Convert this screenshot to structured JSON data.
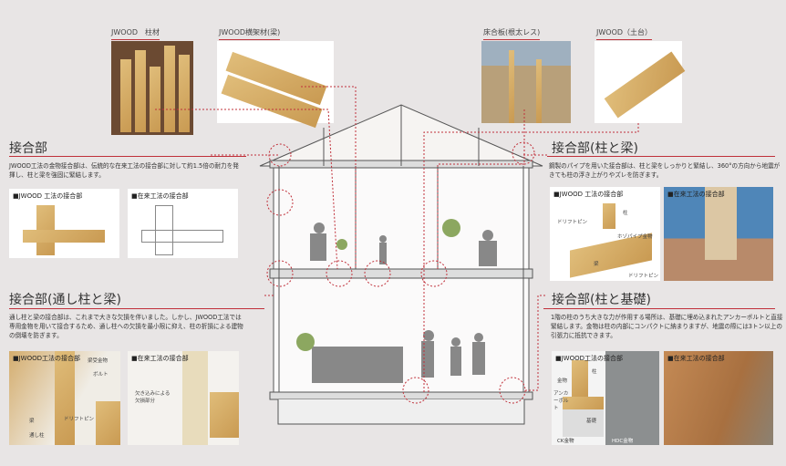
{
  "materials": [
    {
      "label": "JWOOD　柱材"
    },
    {
      "label": "JWOOD横架材(梁)"
    },
    {
      "label": "床合板(根太レス)"
    },
    {
      "label": "JWOOD（土台）"
    }
  ],
  "sections": {
    "joint": {
      "title": "接合部",
      "text": "JWOOD工法の金物接合部は、伝統的な在来工法の接合部に対して約1.5倍の耐力を発揮し、柱と梁を強固に緊結します。",
      "panel_jwood": "■JWOOD 工法の接合部",
      "panel_conv": "■在来工法の接合部"
    },
    "column_beam": {
      "title": "接合部(柱と梁)",
      "text": "鋼製のパイプを用いた接合部は、柱と梁をしっかりと緊結し、360°の方向から地震がきても柱の浮き上がりやズレを防ぎます。",
      "panel_jwood": "■JWOOD 工法の接合部",
      "panel_conv": "■在来工法の接合部",
      "labels": {
        "column": "柱",
        "drift_pin": "ドリフトピン",
        "pipe": "ホゾパイプ金物",
        "beam": "梁",
        "drift_pin2": "ドリフトピン"
      }
    },
    "through_column": {
      "title": "接合部(通し柱と梁)",
      "text": "通し柱と梁の接合部は、これまで大きな欠損を伴いました。しかし、JWOOD工法では専用金物を用いて接合するため、通し柱への欠損を最小限に抑え、柱の折損による建物の倒壊を防ぎます。",
      "panel_jwood": "■JWOOD工法の接合部",
      "panel_conv": "■在来工法の接合部",
      "labels": {
        "hardware": "梁受金物",
        "bolt": "ボルト",
        "beam": "梁",
        "drift_pin": "ドリフトピン",
        "through": "通し柱",
        "notch": "欠き込みによる\n欠損部分"
      }
    },
    "foundation": {
      "title": "接合部(柱と基礎)",
      "text": "1階の柱のうち大きな力が作用する場所は、基礎に埋め込まれたアンカーボルトと直接緊結します。金物は柱の内部にコンパクトに納まりますが、地震の際には3トン以上の引張力に抵抗できます。",
      "panel_jwood": "■JWOOD工法の接合部",
      "panel_conv": "■在来工法の接合部",
      "labels": {
        "column": "柱",
        "hardware": "金物",
        "anchor": "アンカーボルト",
        "base": "基礎",
        "ck": "CK金物",
        "hdc": "HDC金物"
      }
    }
  },
  "colors": {
    "accent": "#c0303a",
    "bg": "#e8e5e5"
  }
}
